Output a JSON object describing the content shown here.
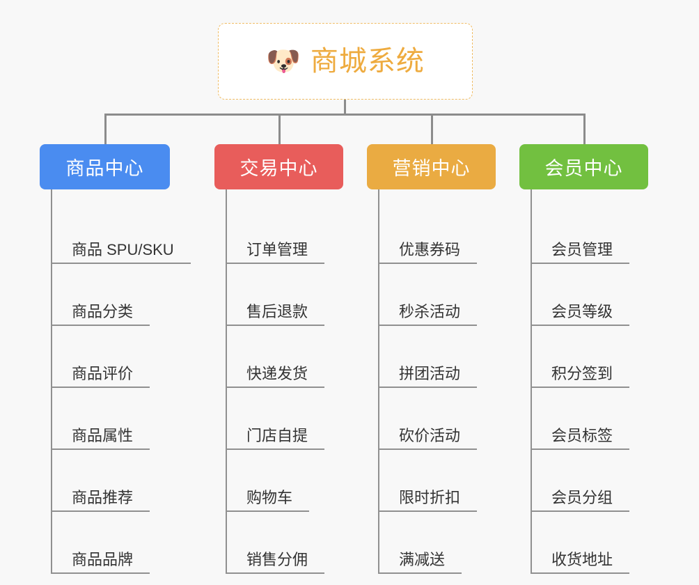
{
  "root": {
    "icon": "dog-face-icon",
    "icon_glyph": "🐶",
    "label": "商城系统",
    "text_color": "#eeab3f",
    "border_color": "#f0bc63",
    "background": "#ffffff"
  },
  "canvas": {
    "background": "#f8f8f8",
    "connector_color": "#8c8c8c",
    "leaf_line_color": "#909090",
    "leaf_text_color": "#333333"
  },
  "branches": [
    {
      "label": "商品中心",
      "color": "#4a8cf0",
      "items": [
        "商品 SPU/SKU",
        "商品分类",
        "商品评价",
        "商品属性",
        "商品推荐",
        "商品品牌"
      ]
    },
    {
      "label": "交易中心",
      "color": "#e85d5b",
      "items": [
        "订单管理",
        "售后退款",
        "快递发货",
        "门店自提",
        "购物车",
        "销售分佣"
      ]
    },
    {
      "label": "营销中心",
      "color": "#eaab42",
      "items": [
        "优惠券码",
        "秒杀活动",
        "拼团活动",
        "砍价活动",
        "限时折扣",
        "满减送"
      ]
    },
    {
      "label": "会员中心",
      "color": "#72c040",
      "items": [
        "会员管理",
        "会员等级",
        "积分签到",
        "会员标签",
        "会员分组",
        "收货地址"
      ]
    }
  ]
}
